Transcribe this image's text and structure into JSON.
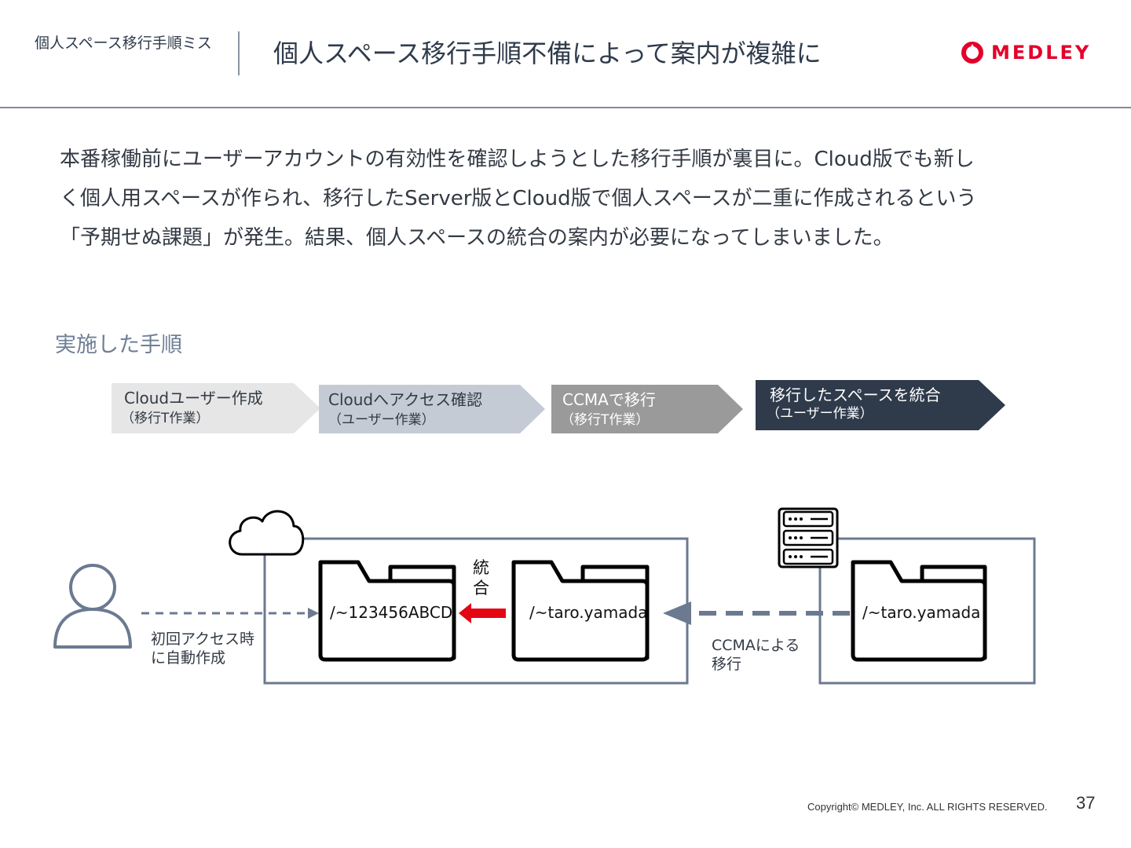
{
  "header": {
    "section_label": "個人スペース移行手順ミス",
    "title": "個人スペース移行手順不備によって案内が複雑に",
    "brand": "MEDLEY",
    "brand_color": "#e4002b"
  },
  "body": {
    "lines": [
      "本番稼働前にユーザーアカウントの有効性を確認しようとした移行手順が裏目に。Cloud版でも新し",
      "く個人用スペースが作られ、移行したServer版とCloud版で個人スペースが二重に作成されるという",
      "「予期せぬ課題」が発生。結果、個人スペースの統合の案内が必要になってしまいました。"
    ]
  },
  "procedure": {
    "heading": "実施した手順",
    "steps": [
      {
        "label": "Cloudユーザー作成",
        "sub": "（移行T作業）",
        "color": "#e6e6e6",
        "text_color": "#333a44"
      },
      {
        "label": "Cloudへアクセス確認",
        "sub": "（ユーザー作業）",
        "color": "#c5cbd5",
        "text_color": "#333a44"
      },
      {
        "label": "CCMAで移行",
        "sub": "（移行T作業）",
        "color": "#9a9a9a",
        "text_color": "#ffffff"
      },
      {
        "label": "移行したスペースを統合",
        "sub": "（ユーザー作業）",
        "color": "#2f3b4b",
        "text_color": "#ffffff"
      }
    ]
  },
  "diagram": {
    "cloud_folder_new": "/~123456ABCD",
    "cloud_folder_migrated": "/~taro.yamada",
    "server_folder": "/~taro.yamada",
    "merge_label": "統合",
    "auto_create_caption": "初回アクセス時に自動作成",
    "ccma_caption": "CCMAによる移行",
    "icons": [
      "user-icon",
      "cloud-icon",
      "server-icon",
      "folder-icon"
    ],
    "merge_arrow_color": "#e30613",
    "line_color": "#6b7a90"
  },
  "footer": {
    "copyright": "Copyright© MEDLEY, Inc. ALL RIGHTS RESERVED.",
    "page_number": "37"
  }
}
